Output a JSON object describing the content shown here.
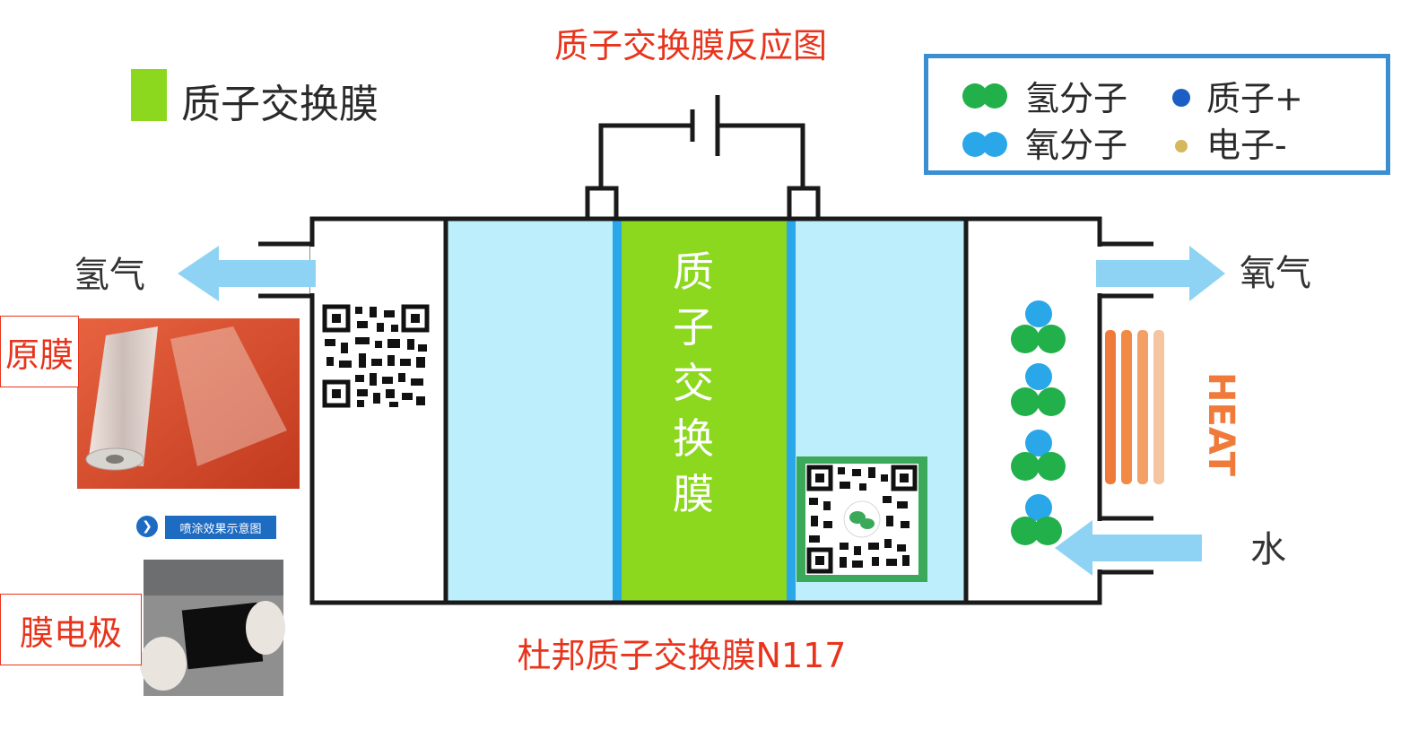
{
  "title": "质子交换膜反应图",
  "bottom_caption": "杜邦质子交换膜N117",
  "legend_membrane": "质子交换膜",
  "legend": {
    "hydrogen": "氢分子",
    "proton": "质子+",
    "oxygen": "氧分子",
    "electron": "电子-"
  },
  "gas_left": "氢气",
  "gas_right": "氧气",
  "water": "水",
  "heat": "HEAT",
  "membrane_vertical": [
    "质",
    "子",
    "交",
    "换",
    "膜"
  ],
  "side_labels": {
    "raw_membrane": "原膜",
    "membrane_electrode": "膜电极"
  },
  "spray_button": "喷涂效果示意图",
  "colors": {
    "title_red": "#e8341c",
    "membrane_green": "#8bd81e",
    "chamber_blue": "#bdeefb",
    "separator_blue": "#2aa7e8",
    "arrow_blue": "#8fd3f4",
    "legend_border": "#3b8fd1",
    "hydrogen_green": "#21b04a",
    "oxygen_blue": "#2aa7e8",
    "heat_orange": "#ef7a3a",
    "qr_green": "#3aaa5a"
  }
}
